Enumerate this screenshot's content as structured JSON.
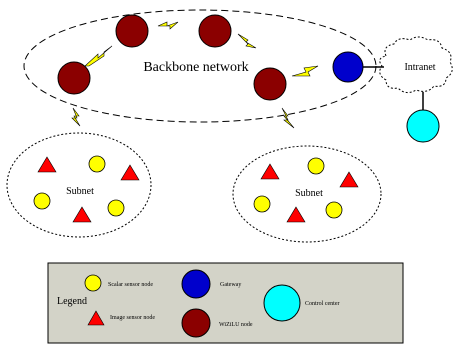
{
  "diagram": {
    "backbone_label": "Backbone network",
    "intranet_label": "Intranet",
    "subnet_left_label": "Subnet",
    "subnet_right_label": "Subnet"
  },
  "legend": {
    "title": "Legend",
    "items": [
      {
        "label": "Scalar sensor node"
      },
      {
        "label": "Image sensor node"
      },
      {
        "label": "Gateway"
      },
      {
        "label": "WiZiLU node"
      },
      {
        "label": "Control center"
      }
    ]
  },
  "colors": {
    "wizilu": "#8b0000",
    "gateway": "#0000cc",
    "control_center": "#00ffff",
    "scalar": "#ffff00",
    "image": "#ff0000",
    "legend_bg": "#d3d3c8",
    "lightning": "#ffff00"
  }
}
